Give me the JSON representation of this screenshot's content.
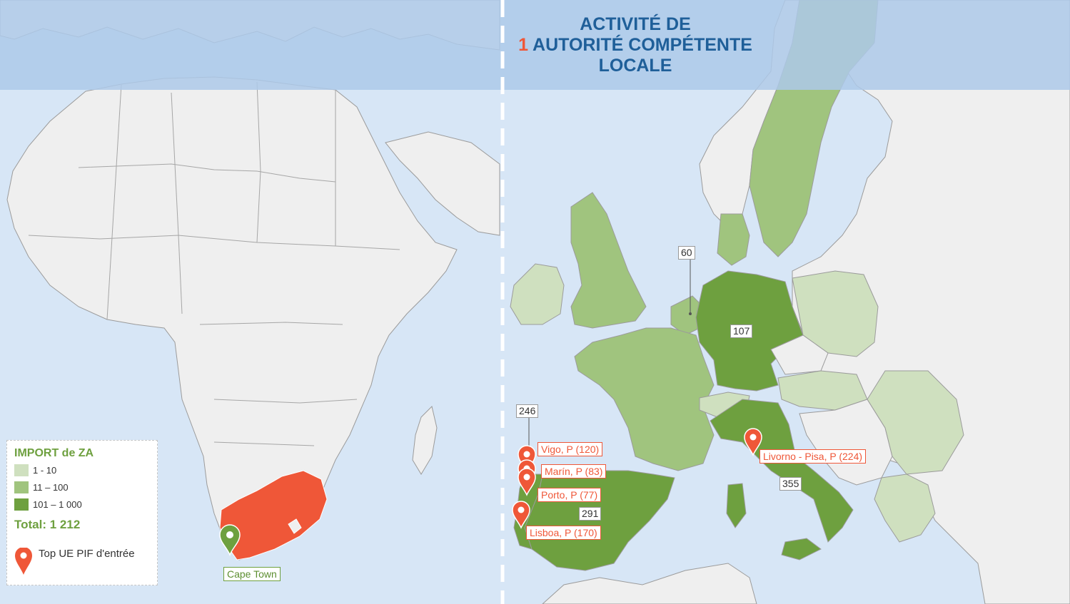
{
  "title": {
    "line1": "ACTIVITÉ DE",
    "count": "1",
    "line2": "AUTORITÉ COMPÉTENTE",
    "line3": "LOCALE"
  },
  "legend": {
    "title": "IMPORT de ZA",
    "classes": [
      {
        "label": "1 - 10",
        "color": "#cfe0bf"
      },
      {
        "label": "11 – 100",
        "color": "#a0c47e"
      },
      {
        "label": "101 – 1 000",
        "color": "#6ea03f"
      }
    ],
    "total_label": "Total:",
    "total_value": "1 212",
    "pin_label": "Top UE PIF d'entrée"
  },
  "colors": {
    "sea": "#d7e6f6",
    "sea_band": "#adc9e9",
    "land": "#efefef",
    "border": "#9b9b9b",
    "origin": "#ef5738",
    "pin_red": "#ef5738",
    "pin_green": "#6ea03f"
  },
  "origin": {
    "country": "South Africa",
    "city": "Cape Town"
  },
  "country_values": [
    {
      "country": "Portugal",
      "value": "246"
    },
    {
      "country": "Netherlands",
      "value": "60"
    },
    {
      "country": "Germany",
      "value": "107"
    },
    {
      "country": "Spain",
      "value": "291"
    },
    {
      "country": "Italy",
      "value": "355"
    }
  ],
  "entry_points": [
    {
      "label": "Vigo, P (120)"
    },
    {
      "label": "Marín, P (83)"
    },
    {
      "label": "Porto, P (77)"
    },
    {
      "label": "Lisboa, P (170)"
    },
    {
      "label": "Livorno - Pisa, P (224)"
    }
  ]
}
